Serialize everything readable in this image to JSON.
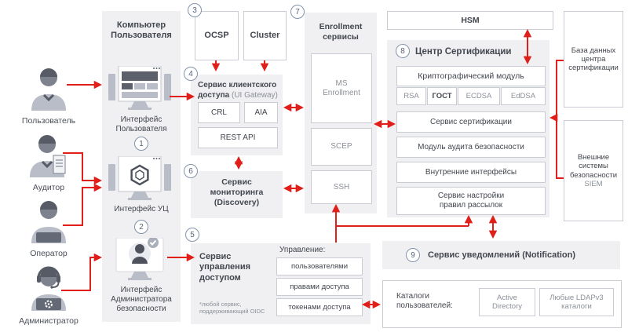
{
  "personas": [
    {
      "label": "Пользователь"
    },
    {
      "label": "Аудитор"
    },
    {
      "label": "Оператор"
    },
    {
      "label": "Администратор"
    }
  ],
  "user_computer": {
    "title": "Компьютер\nПользователя",
    "interfaces": [
      {
        "label": "Интерфейс\nПользователя",
        "number": "1"
      },
      {
        "label": "Интерфейс УЦ",
        "number": "2"
      },
      {
        "label": "Интерфейс\nАдминистратора\nбезопасности"
      }
    ]
  },
  "ocsp": {
    "number": "3",
    "label": "OCSP"
  },
  "cluster": {
    "label": "Cluster"
  },
  "ui_gateway": {
    "number": "4",
    "title": "Сервис клиентского доступа",
    "subtitle": "(UI Gateway)",
    "items": [
      "CRL",
      "AIA",
      "REST API"
    ]
  },
  "monitoring": {
    "number": "6",
    "title": "Сервис\nмониторинга\n(Discovery)"
  },
  "access": {
    "number": "5",
    "title": "Сервис\nуправления\nдоступом",
    "footnote": "*любой сервис,\nподдерживающий OIDC",
    "management_label": "Управление:",
    "items": [
      "пользователями",
      "правами доступа",
      "токенами доступа"
    ]
  },
  "enrollment": {
    "number": "7",
    "title": "Enrollment\nсервисы",
    "items": [
      "MS\nEnrollment",
      "SCEP",
      "SSH"
    ]
  },
  "hsm": {
    "label": "HSM"
  },
  "ca": {
    "number": "8",
    "title": "Центр Сертификации",
    "crypto_module": "Криптографический модуль",
    "algorithms": [
      "RSA",
      "ГОСТ",
      "ECDSA",
      "EdDSA"
    ],
    "services": [
      "Сервис сертификации",
      "Модуль аудита безопасности",
      "Внутренние интерфейсы",
      "Сервис настройки\nправил рассылок"
    ]
  },
  "ca_database": {
    "label": "База данных\nцентра\nсертификации"
  },
  "siem": {
    "label": "Внешние\nсистемы\nбезопасности",
    "sub": "SIEM"
  },
  "notification": {
    "number": "9",
    "title": "Сервис уведомлений (Notification)"
  },
  "directories": {
    "label": "Каталоги\nпользователей:",
    "items": [
      "Active\nDirectory",
      "Любые LDAPv3\nкаталоги"
    ]
  },
  "colors": {
    "arrow": "#e01f1a",
    "panel": "#f0f0f2",
    "border": "#c9ccd2",
    "text": "#42464e",
    "muted": "#8b9098",
    "circle": "#8494ab"
  }
}
